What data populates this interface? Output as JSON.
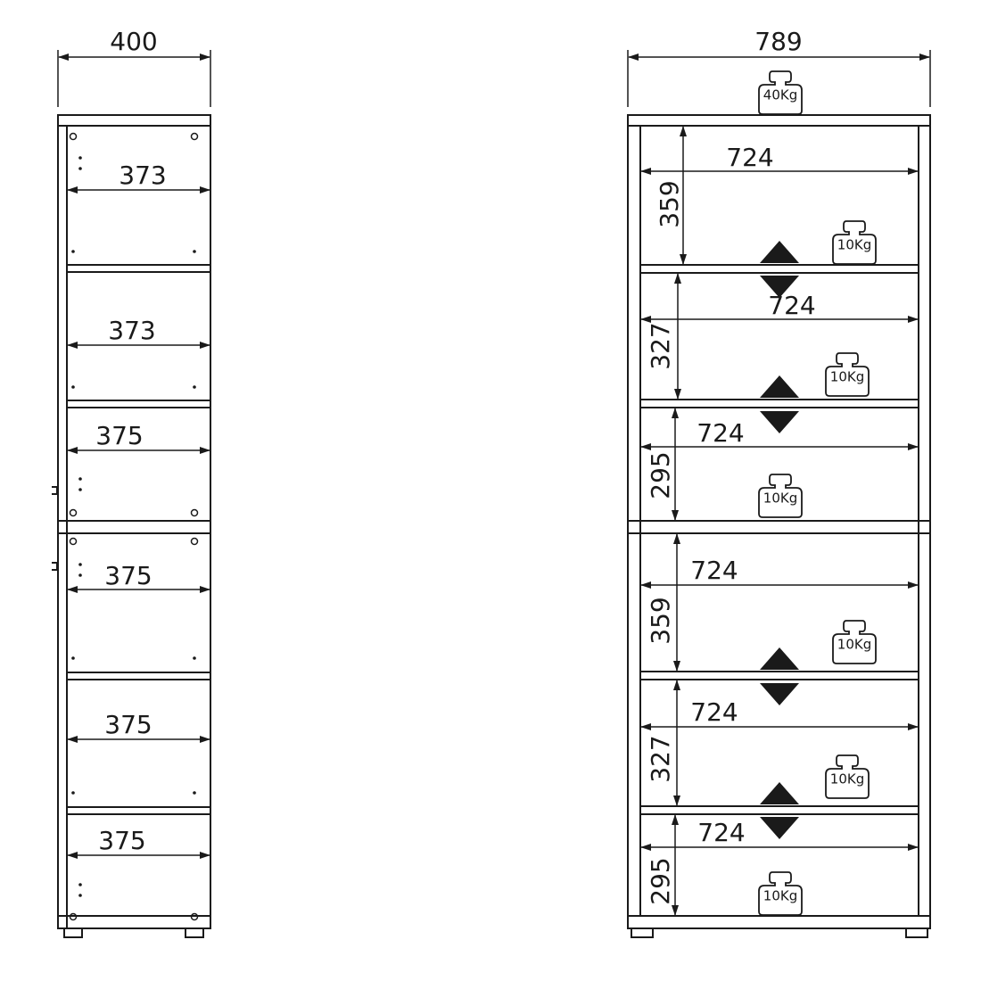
{
  "side_view": {
    "width_dim": "400",
    "compartments": [
      {
        "depth": "373"
      },
      {
        "depth": "373"
      },
      {
        "depth": "375"
      },
      {
        "depth": "375"
      },
      {
        "depth": "375"
      },
      {
        "depth": "375"
      }
    ]
  },
  "front_view": {
    "width_dim": "789",
    "top_load": "40Kg",
    "compartments": [
      {
        "width": "724",
        "height": "359",
        "load": "10Kg"
      },
      {
        "width": "724",
        "height": "327",
        "load": "10Kg"
      },
      {
        "width": "724",
        "height": "295",
        "load": "10Kg"
      },
      {
        "width": "724",
        "height": "359",
        "load": "10Kg"
      },
      {
        "width": "724",
        "height": "327",
        "load": "10Kg"
      },
      {
        "width": "724",
        "height": "295",
        "load": "10Kg"
      }
    ],
    "adjustable_shelf_markers": 4
  }
}
